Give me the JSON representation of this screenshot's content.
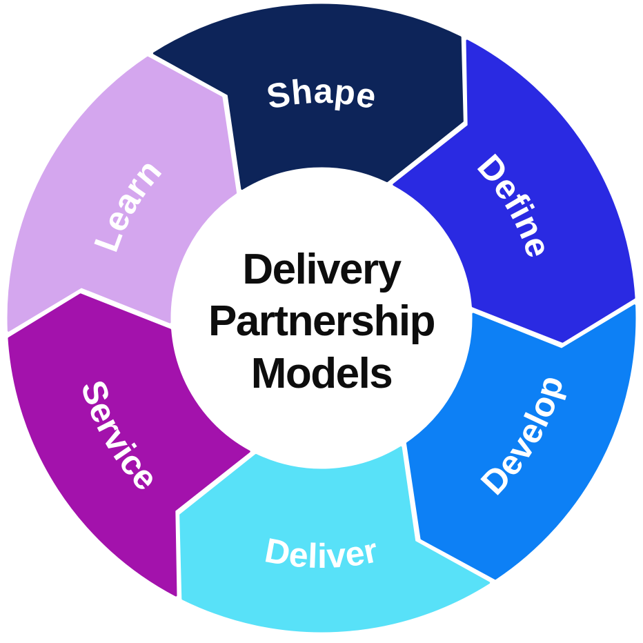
{
  "diagram": {
    "type": "cycle",
    "flow": "clockwise",
    "background": "#ffffff",
    "separator_color": "#ffffff",
    "center_title": {
      "lines": [
        "Delivery",
        "Partnership",
        "Models"
      ],
      "color": "#0d0d0d"
    },
    "segments": [
      {
        "label": "Shape",
        "color": "#0d2459",
        "label_color": "#ffffff",
        "angle_deg": 0
      },
      {
        "label": "Define",
        "color": "#2a2ae2",
        "label_color": "#ffffff",
        "angle_deg": 60
      },
      {
        "label": "Develop",
        "color": "#0d80f5",
        "label_color": "#ffffff",
        "angle_deg": 120
      },
      {
        "label": "Deliver",
        "color": "#58e1f8",
        "label_color": "#ffffff",
        "angle_deg": 180
      },
      {
        "label": "Service",
        "color": "#a312ac",
        "label_color": "#ffffff",
        "angle_deg": 240
      },
      {
        "label": "Learn",
        "color": "#d4a6ee",
        "label_color": "#ffffff",
        "angle_deg": 300
      }
    ]
  }
}
